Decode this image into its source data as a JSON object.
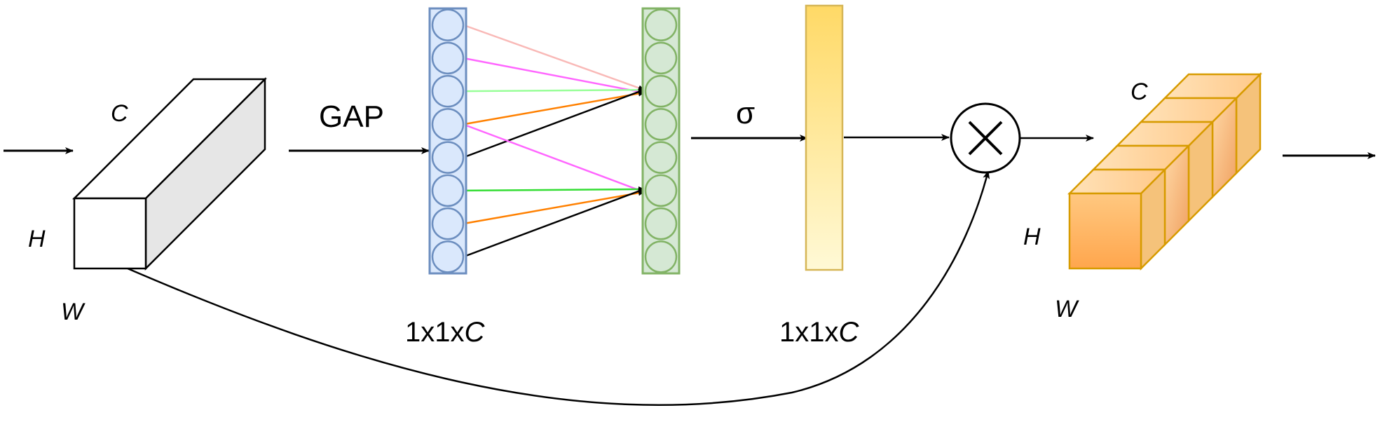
{
  "labels": {
    "input_c": "C",
    "input_h": "H",
    "input_w": "W",
    "gap": "GAP",
    "vec1_prefix": "1x1x",
    "vec1_c": "C",
    "sigma": "σ",
    "vec2_prefix": "1x1x",
    "vec2_c": "C",
    "output_c": "C",
    "output_h": "H",
    "output_w": "W"
  },
  "network": {
    "input_nodes": 8,
    "output_nodes": 8,
    "connection_colors": [
      "#f9b9b7",
      "#ff66ff",
      "#99ff99",
      "#ff8000",
      "#000000",
      "#ff66ff",
      "#33dd33",
      "#ff8000",
      "#000000"
    ]
  },
  "colors": {
    "input_layer_fill": "#dae8fc",
    "input_layer_stroke": "#6c8ebf",
    "output_layer_fill": "#d5e8d4",
    "output_layer_stroke": "#82b366",
    "sigmoid_bar_top": "#ffd966",
    "sigmoid_bar_bottom": "#fff9d6",
    "sigmoid_bar_stroke": "#d6b656",
    "output_cube_front": "#ffb366",
    "output_cube_stroke": "#d79b00"
  }
}
